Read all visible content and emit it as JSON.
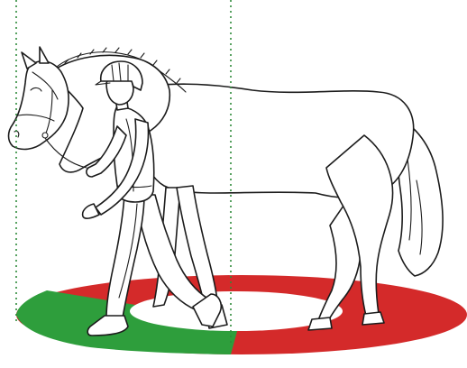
{
  "colors": {
    "background": "#ffffff",
    "outline": "#1c1c1c",
    "zone_red": "#d42a2a",
    "zone_green": "#2e9e3c",
    "guide_line": "#2f8a3a"
  },
  "figure": {
    "subject": "handler-leading-horse",
    "guide_lines": 2,
    "ground_zones": [
      "green",
      "red"
    ]
  }
}
